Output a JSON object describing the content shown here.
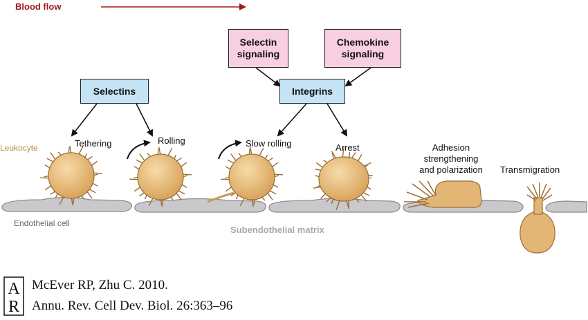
{
  "header": {
    "blood_flow": "Blood flow"
  },
  "boxes": {
    "selectins": "Selectins",
    "selectin_signaling": "Selectin\nsignaling",
    "chemokine_signaling": "Chemokine\nsignaling",
    "integrins": "Integrins"
  },
  "stages": {
    "tethering": "Tethering",
    "rolling": "Rolling",
    "slow_rolling": "Slow rolling",
    "arrest": "Arrest",
    "adhesion": "Adhesion\nstrengthening\nand polarization",
    "transmigration": "Transmigration"
  },
  "labels": {
    "leukocyte": "Leukocyte",
    "endothelial_cell": "Endothelial cell",
    "subendothelial_matrix": "Subendothelial matrix"
  },
  "citation": {
    "logo_text": "AR",
    "line1": "McEver RP, Zhu C. 2010.",
    "line2": "Annu. Rev. Cell Dev. Biol. 26:363–96"
  },
  "colors": {
    "blood_flow": "#a0191c",
    "selectin_box": "#c4e4f5",
    "signaling_box": "#f7cfe0",
    "cell_fill": "#e3b676",
    "endothelium": "#c9c9cb"
  }
}
